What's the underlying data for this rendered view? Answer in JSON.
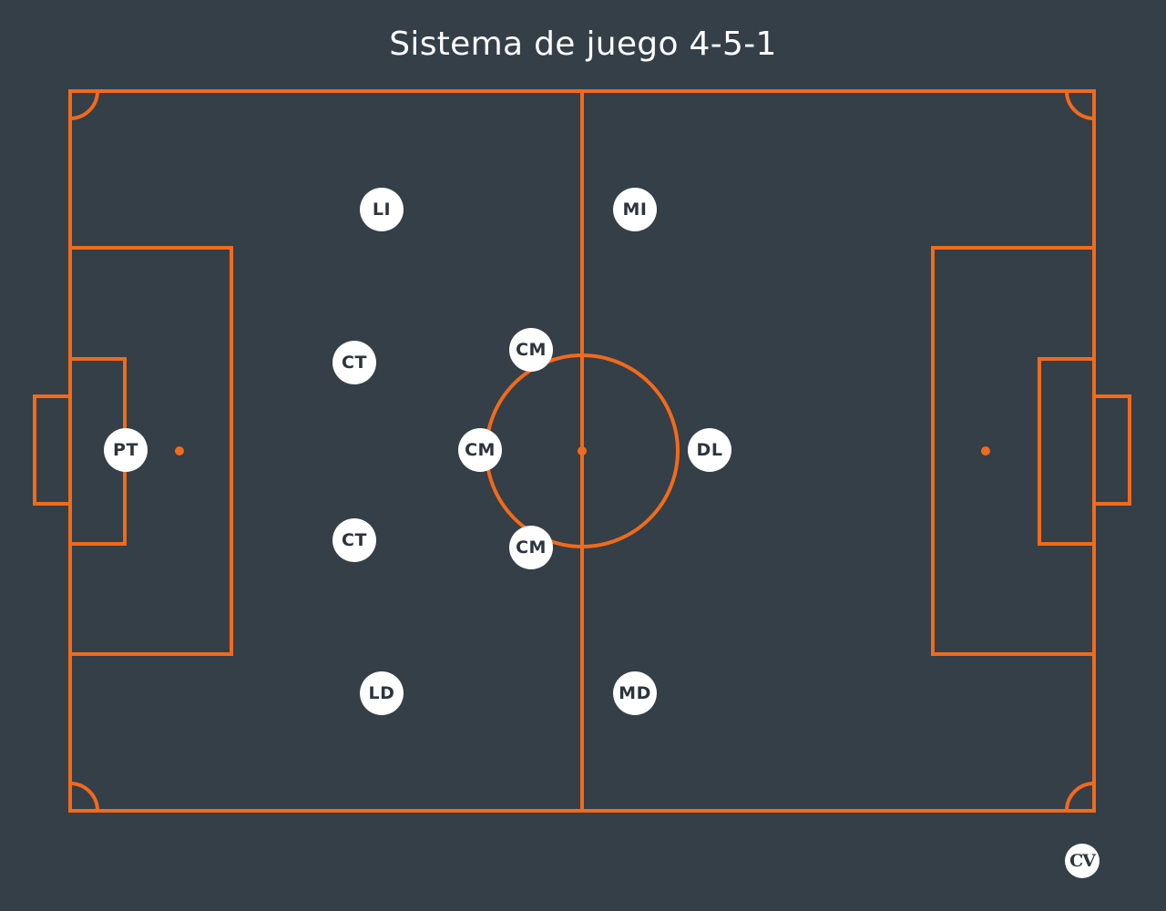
{
  "title": "Sistema de juego 4-5-1",
  "colors": {
    "background": "#343f48",
    "pitch_lines": "#f26a1b",
    "player_fill": "#ffffff",
    "player_text": "#2c353d"
  },
  "players": [
    {
      "id": "pt",
      "label": "PT"
    },
    {
      "id": "li",
      "label": "LI"
    },
    {
      "id": "ct-top",
      "label": "CT"
    },
    {
      "id": "ct-bottom",
      "label": "CT"
    },
    {
      "id": "ld",
      "label": "LD"
    },
    {
      "id": "cm-top",
      "label": "CM"
    },
    {
      "id": "cm-center",
      "label": "CM"
    },
    {
      "id": "cm-bottom",
      "label": "CM"
    },
    {
      "id": "mi",
      "label": "MI"
    },
    {
      "id": "md",
      "label": "MD"
    },
    {
      "id": "dl",
      "label": "DL"
    }
  ],
  "logo_text": "CV"
}
